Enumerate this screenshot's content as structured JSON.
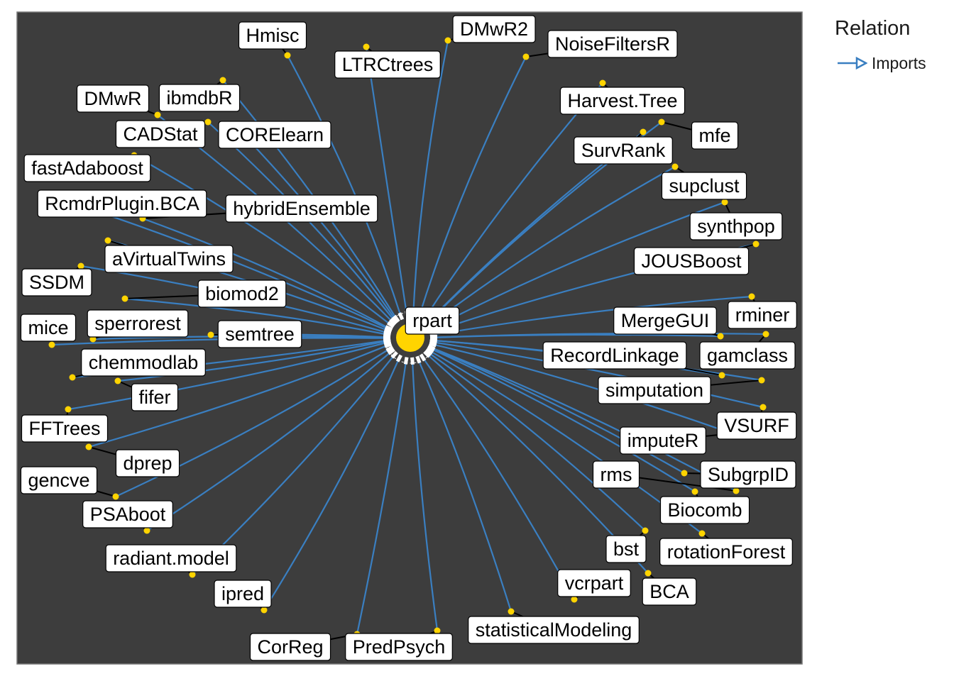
{
  "legend": {
    "title": "Relation",
    "items": [
      {
        "label": "Imports",
        "color": "#3a7fc1"
      }
    ]
  },
  "colors": {
    "panel_bg": "#3d3d3d",
    "edge": "#3a7fc1",
    "node": "#ffd400",
    "label_bg": "#ffffff",
    "label_border": "#000000"
  },
  "center_node": "rpart",
  "nodes": [
    "Hmisc",
    "DMwR2",
    "NoiseFiltersR",
    "LTRCtrees",
    "DMwR",
    "ibmdbR",
    "Harvest.Tree",
    "CADStat",
    "CORElearn",
    "mfe",
    "SurvRank",
    "fastAdaboost",
    "supclust",
    "RcmdrPlugin.BCA",
    "hybridEnsemble",
    "synthpop",
    "aVirtualTwins",
    "JOUSBoost",
    "SSDM",
    "biomod2",
    "rminer",
    "MergeGUI",
    "sperrorest",
    "mice",
    "semtree",
    "gamclass",
    "RecordLinkage",
    "chemmodlab",
    "simputation",
    "fifer",
    "FFTrees",
    "VSURF",
    "imputeR",
    "dprep",
    "SubgrpID",
    "rms",
    "gencve",
    "PSAboot",
    "Biocomb",
    "bst",
    "rotationForest",
    "radiant.model",
    "vcrpart",
    "BCA",
    "ipred",
    "statisticalModeling",
    "CorReg",
    "PredPsych"
  ]
}
